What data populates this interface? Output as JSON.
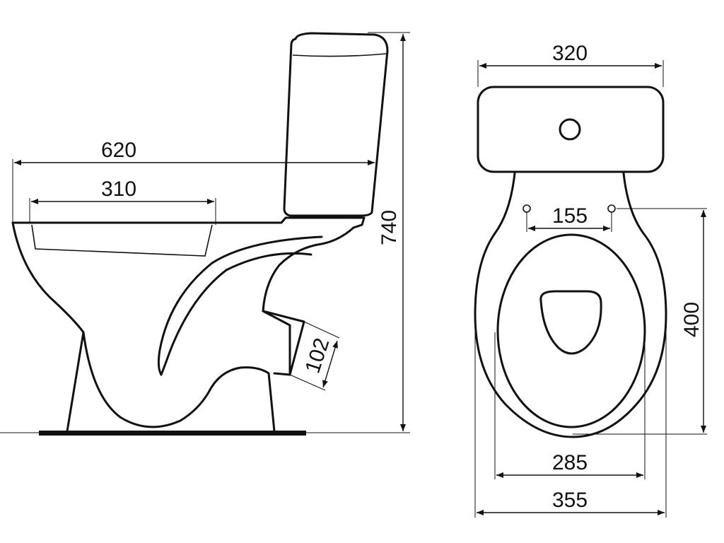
{
  "side_view": {
    "dimensions": {
      "total_length": "620",
      "seat_length": "310",
      "total_height": "740",
      "outlet_diameter": "102"
    }
  },
  "top_view": {
    "dimensions": {
      "tank_width": "320",
      "hinge_spacing": "155",
      "bowl_length": "400",
      "inner_width": "285",
      "total_width": "355"
    }
  }
}
